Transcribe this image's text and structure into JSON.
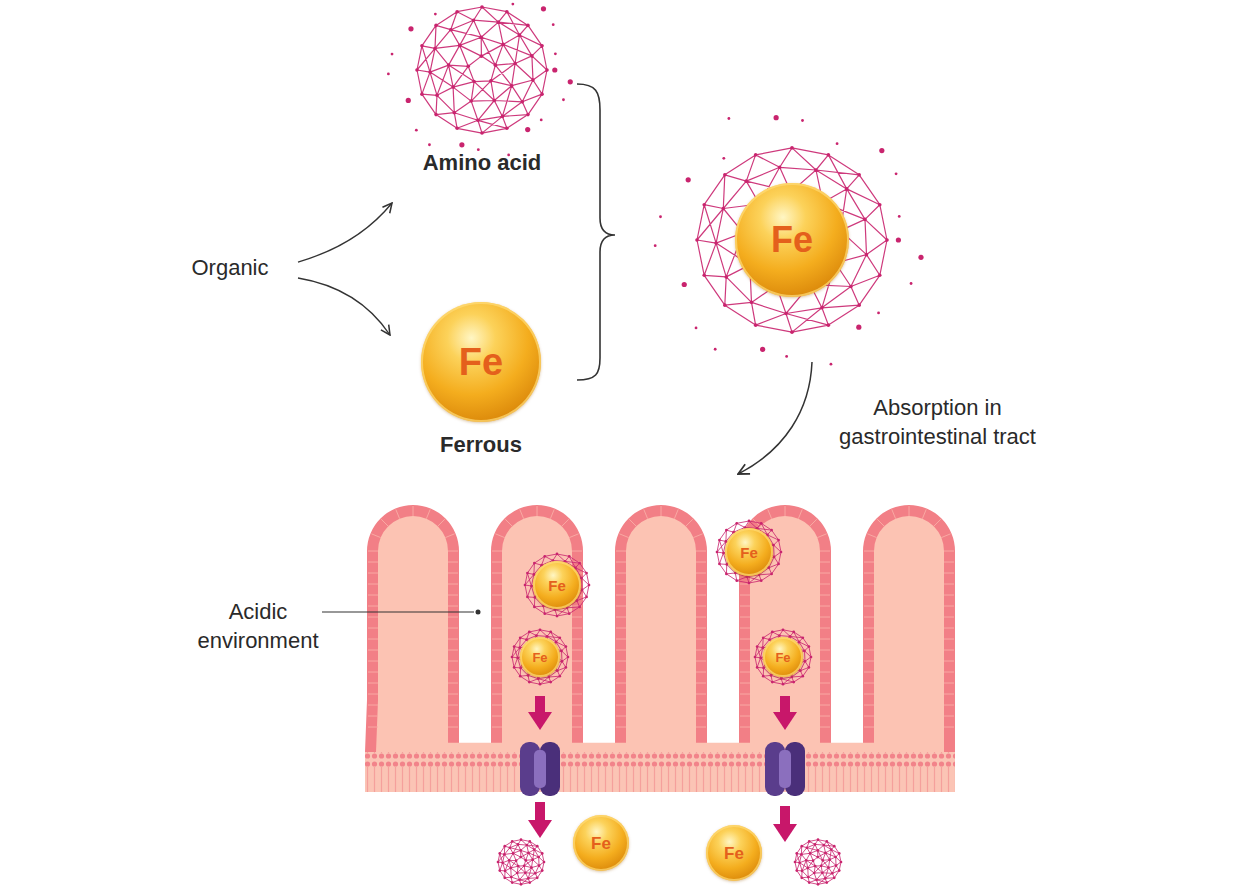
{
  "diagram": {
    "nodes": [
      {
        "text": [
          "Amino acid"
        ]
      },
      {
        "text": [
          "Fe",
          "Ferrous"
        ]
      },
      {
        "text": [
          "Fe"
        ]
      },
      {
        "text": [
          "Fe"
        ]
      },
      {
        "text": [
          "Fe"
        ]
      },
      {
        "text": [
          "Fe"
        ]
      },
      {
        "text": [
          "Fe"
        ]
      },
      {
        "text": [
          "Fe"
        ]
      },
      {
        "text": [
          "Fe"
        ]
      }
    ],
    "labels": [
      "Organic",
      "Absorption in gastrointestinal tract",
      "Acidic environment"
    ]
  }
}
